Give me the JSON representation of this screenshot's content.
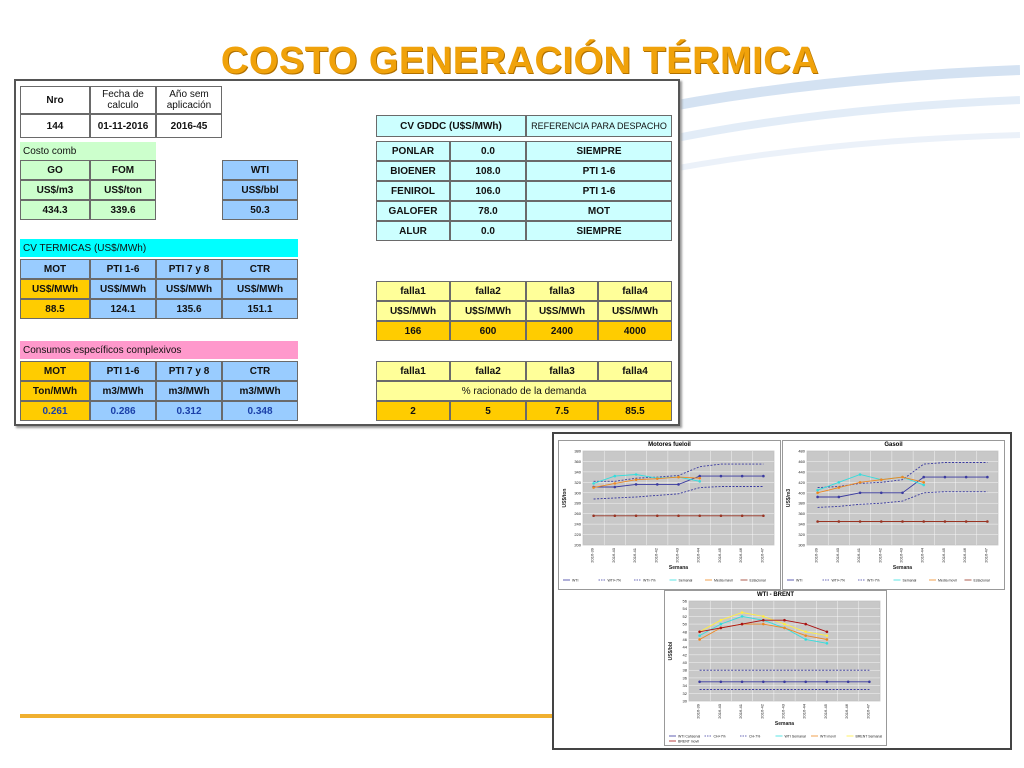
{
  "title": "COSTO GENERACIÓN TÉRMICA",
  "header": {
    "nro_label": "Nro",
    "fecha_label": "Fecha de calculo",
    "ano_label": "Año sem aplicación",
    "nro": "144",
    "fecha": "01-11-2016",
    "ano": "2016-45"
  },
  "costo_comb": {
    "title": "Costo comb",
    "headers": [
      "GO",
      "FOM"
    ],
    "units": [
      "US$/m3",
      "US$/ton"
    ],
    "values": [
      "434.3",
      "339.6"
    ]
  },
  "wti": {
    "label": "WTI",
    "unit": "US$/bbl",
    "value": "50.3"
  },
  "cv_termicas": {
    "title": "CV TERMICAS (US$/MWh)",
    "headers": [
      "MOT",
      "PTI 1-6",
      "PTI 7 y 8",
      "CTR"
    ],
    "units": [
      "US$/MWh",
      "US$/MWh",
      "US$/MWh",
      "US$/MWh"
    ],
    "values": [
      "88.5",
      "124.1",
      "135.6",
      "151.1"
    ]
  },
  "consumos": {
    "title": "Consumos específicos complexivos",
    "headers": [
      "MOT",
      "PTI 1-6",
      "PTI 7 y 8",
      "CTR"
    ],
    "units": [
      "Ton/MWh",
      "m3/MWh",
      "m3/MWh",
      "m3/MWh"
    ],
    "values": [
      "0.261",
      "0.286",
      "0.312",
      "0.348"
    ]
  },
  "gddc": {
    "header_cv": "CV GDDC (U$S/MWh)",
    "header_ref": "REFERENCIA PARA DESPACHO",
    "rows": [
      {
        "name": "PONLAR",
        "value": "0.0",
        "ref": "SIEMPRE"
      },
      {
        "name": "BIOENER",
        "value": "108.0",
        "ref": "PTI 1-6"
      },
      {
        "name": "FENIROL",
        "value": "106.0",
        "ref": "PTI 1-6"
      },
      {
        "name": "GALOFER",
        "value": "78.0",
        "ref": "MOT"
      },
      {
        "name": "ALUR",
        "value": "0.0",
        "ref": "SIEMPRE"
      }
    ]
  },
  "fallas": {
    "headers": [
      "falla1",
      "falla2",
      "falla3",
      "falla4"
    ],
    "units": [
      "U$S/MWh",
      "U$S/MWh",
      "U$S/MWh",
      "U$S/MWh"
    ],
    "values": [
      "166",
      "600",
      "2400",
      "4000"
    ]
  },
  "racionado": {
    "headers": [
      "falla1",
      "falla2",
      "falla3",
      "falla4"
    ],
    "label": "% racionado de la demanda",
    "values": [
      "2",
      "5",
      "7.5",
      "85.5"
    ]
  },
  "chart_data": [
    {
      "type": "line",
      "title": "Motores fueloil",
      "xlabel": "Semana",
      "ylabel": "US$/ton",
      "categories": [
        "2016-39",
        "2016-40",
        "2016-41",
        "2016-42",
        "2016-43",
        "2016-44",
        "2016-45",
        "2016-46",
        "2016-47"
      ],
      "ylim": [
        200,
        380
      ],
      "yticks": [
        "380",
        "360",
        "340",
        "320",
        "300",
        "280",
        "260",
        "240",
        "220",
        "200"
      ],
      "series": [
        {
          "name": "WTI",
          "color": "#3a3aa0",
          "values": [
            311,
            311,
            316,
            316,
            316,
            332,
            332,
            332,
            332
          ]
        },
        {
          "name": "WTI+7%",
          "color": "#3a3aa0",
          "dash": true,
          "values": [
            322,
            322,
            328,
            330,
            333,
            350,
            355,
            355,
            355
          ]
        },
        {
          "name": "WTI-7%",
          "color": "#3a3aa0",
          "dash": true,
          "values": [
            288,
            290,
            292,
            295,
            298,
            310,
            312,
            312,
            312
          ]
        },
        {
          "name": "Semanal",
          "color": "#33dddd",
          "values": [
            318,
            332,
            335,
            328,
            330,
            322,
            null,
            null,
            null
          ]
        },
        {
          "name": "Media mavil",
          "color": "#ee8822",
          "values": [
            310,
            318,
            325,
            327,
            330,
            328,
            null,
            null,
            null
          ]
        },
        {
          "name": "Estacional",
          "color": "#993322",
          "values": [
            256,
            256,
            256,
            256,
            256,
            256,
            256,
            256,
            256
          ]
        }
      ]
    },
    {
      "type": "line",
      "title": "Gasoil",
      "xlabel": "Semana",
      "ylabel": "US$/m3",
      "categories": [
        "2016-39",
        "2016-40",
        "2016-41",
        "2016-42",
        "2016-43",
        "2016-44",
        "2016-45",
        "2016-46",
        "2016-47"
      ],
      "ylim": [
        300,
        480
      ],
      "yticks": [
        "480",
        "460",
        "440",
        "420",
        "400",
        "380",
        "360",
        "340",
        "320",
        "300"
      ],
      "series": [
        {
          "name": "WTI",
          "color": "#3a3aa0",
          "values": [
            392,
            392,
            400,
            400,
            400,
            430,
            430,
            430,
            430
          ]
        },
        {
          "name": "WTI+7%",
          "color": "#3a3aa0",
          "dash": true,
          "values": [
            410,
            412,
            418,
            420,
            425,
            455,
            458,
            458,
            458
          ]
        },
        {
          "name": "WTI-7%",
          "color": "#3a3aa0",
          "dash": true,
          "values": [
            372,
            374,
            378,
            380,
            384,
            400,
            402,
            402,
            402
          ]
        },
        {
          "name": "Semanal",
          "color": "#33dddd",
          "values": [
            405,
            420,
            435,
            425,
            430,
            415,
            null,
            null,
            null
          ]
        },
        {
          "name": "Media movil",
          "color": "#ee8822",
          "values": [
            400,
            410,
            420,
            425,
            430,
            420,
            null,
            null,
            null
          ]
        },
        {
          "name": "Estacional",
          "color": "#993322",
          "values": [
            345,
            345,
            345,
            345,
            345,
            345,
            345,
            345,
            345
          ]
        }
      ]
    },
    {
      "type": "line",
      "title": "WTI - BRENT",
      "xlabel": "Semana",
      "ylabel": "US$/bbl",
      "categories": [
        "2016-39",
        "2016-40",
        "2016-41",
        "2016-42",
        "2016-43",
        "2016-44",
        "2016-45",
        "2016-46",
        "2016-47"
      ],
      "ylim": [
        30,
        56
      ],
      "yticks": [
        "56",
        "54",
        "52",
        "50",
        "48",
        "46",
        "44",
        "42",
        "40",
        "38",
        "36",
        "34",
        "32",
        "30"
      ],
      "series": [
        {
          "name": "WTI Cahsenal",
          "color": "#3a3aa0",
          "values": [
            35,
            35,
            35,
            35,
            35,
            35,
            35,
            35,
            35
          ]
        },
        {
          "name": "CH+7%",
          "color": "#3a3aa0",
          "dash": true,
          "values": [
            38,
            38,
            38,
            38,
            38,
            38,
            38,
            38,
            38
          ]
        },
        {
          "name": "CH-7%",
          "color": "#3a3aa0",
          "dash": true,
          "values": [
            33,
            33,
            33,
            33,
            33,
            33,
            33,
            33,
            33
          ]
        },
        {
          "name": "WTI Semanal",
          "color": "#33dddd",
          "values": [
            47,
            50,
            52,
            51,
            49,
            46,
            45,
            null,
            null
          ]
        },
        {
          "name": "WTI movil",
          "color": "#ee8822",
          "values": [
            46,
            49,
            50,
            50,
            49,
            47,
            46,
            null,
            null
          ]
        },
        {
          "name": "BRENT Semanal",
          "color": "#ffee44",
          "values": [
            48,
            51,
            53,
            52,
            50,
            48,
            47,
            null,
            null
          ]
        },
        {
          "name": "BRENT movil",
          "color": "#aa1111",
          "values": [
            48,
            49,
            50,
            51,
            51,
            50,
            48,
            null,
            null
          ]
        }
      ]
    }
  ]
}
